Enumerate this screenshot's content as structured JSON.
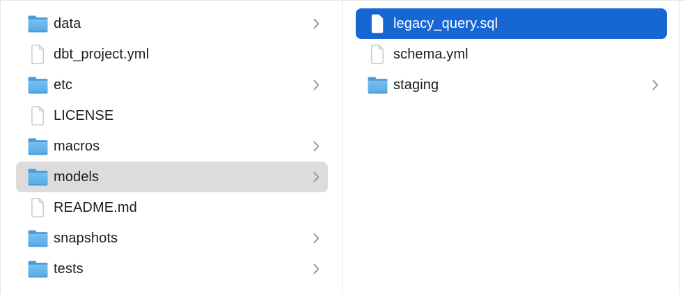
{
  "colors": {
    "selection_active": "#1667d3",
    "selection_inactive": "#dcdcdc",
    "text": "#1d1d1f",
    "text_selected": "#ffffff",
    "divider": "#e0e0e0",
    "chevron": "#979797",
    "folder_blue_light": "#7cc3f0",
    "folder_blue_dark": "#55aae6"
  },
  "columns": [
    {
      "name": "parent-folder-column",
      "items": [
        {
          "label": "data",
          "type": "folder",
          "chevron": true,
          "selected": "none"
        },
        {
          "label": "dbt_project.yml",
          "type": "file",
          "chevron": false,
          "selected": "none"
        },
        {
          "label": "etc",
          "type": "folder",
          "chevron": true,
          "selected": "none"
        },
        {
          "label": "LICENSE",
          "type": "file",
          "chevron": false,
          "selected": "none"
        },
        {
          "label": "macros",
          "type": "folder",
          "chevron": true,
          "selected": "none"
        },
        {
          "label": "models",
          "type": "folder",
          "chevron": true,
          "selected": "inactive"
        },
        {
          "label": "README.md",
          "type": "file",
          "chevron": false,
          "selected": "none"
        },
        {
          "label": "snapshots",
          "type": "folder",
          "chevron": true,
          "selected": "none"
        },
        {
          "label": "tests",
          "type": "folder",
          "chevron": true,
          "selected": "none"
        }
      ]
    },
    {
      "name": "current-folder-column",
      "items": [
        {
          "label": "legacy_query.sql",
          "type": "file",
          "chevron": false,
          "selected": "active"
        },
        {
          "label": "schema.yml",
          "type": "file",
          "chevron": false,
          "selected": "none"
        },
        {
          "label": "staging",
          "type": "folder",
          "chevron": true,
          "selected": "none"
        }
      ]
    }
  ]
}
